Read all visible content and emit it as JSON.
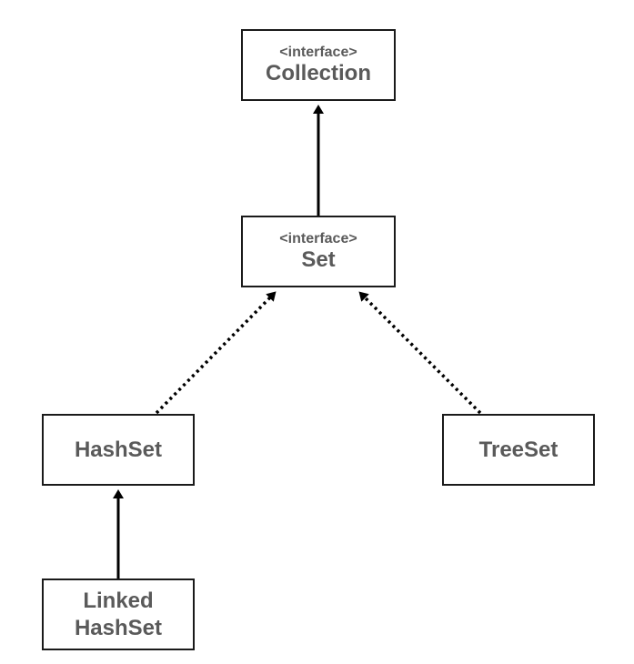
{
  "diagram": {
    "nodes": [
      {
        "id": "collection",
        "stereotype": "<interface>",
        "name": "Collection"
      },
      {
        "id": "set",
        "stereotype": "<interface>",
        "name": "Set"
      },
      {
        "id": "hashset",
        "name": "HashSet"
      },
      {
        "id": "treeset",
        "name": "TreeSet"
      },
      {
        "id": "linkedhashset",
        "name_line1": "Linked",
        "name_line2": "HashSet"
      }
    ],
    "edges": [
      {
        "from": "set",
        "to": "collection",
        "style": "solid"
      },
      {
        "from": "hashset",
        "to": "set",
        "style": "dotted"
      },
      {
        "from": "treeset",
        "to": "set",
        "style": "dotted"
      },
      {
        "from": "linkedhashset",
        "to": "hashset",
        "style": "solid"
      }
    ],
    "colors": {
      "text": "#5a5a5a",
      "border": "#1a1a1a",
      "arrow": "#000000",
      "background": "#ffffff"
    }
  }
}
